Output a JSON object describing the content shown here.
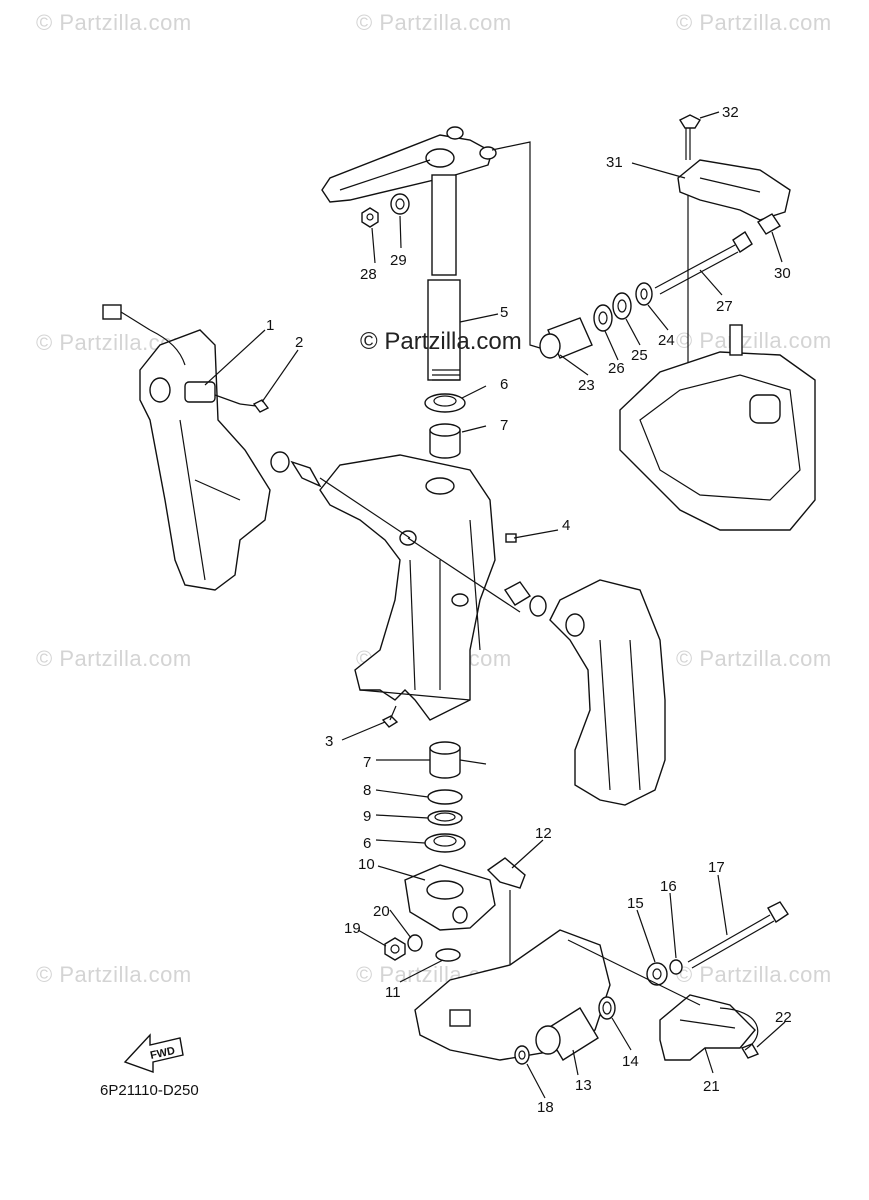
{
  "watermark": "© Partzilla.com",
  "center_watermark": "© Partzilla.com",
  "diagram_code": "6P21110-D250",
  "fwd_label": "FWD",
  "callouts": [
    {
      "id": "1",
      "label": "1"
    },
    {
      "id": "2",
      "label": "2"
    },
    {
      "id": "3",
      "label": "3"
    },
    {
      "id": "4",
      "label": "4"
    },
    {
      "id": "5",
      "label": "5"
    },
    {
      "id": "6a",
      "label": "6"
    },
    {
      "id": "6b",
      "label": "6"
    },
    {
      "id": "7a",
      "label": "7"
    },
    {
      "id": "7b",
      "label": "7"
    },
    {
      "id": "8",
      "label": "8"
    },
    {
      "id": "9",
      "label": "9"
    },
    {
      "id": "10",
      "label": "10"
    },
    {
      "id": "11",
      "label": "11"
    },
    {
      "id": "12",
      "label": "12"
    },
    {
      "id": "13",
      "label": "13"
    },
    {
      "id": "14",
      "label": "14"
    },
    {
      "id": "15",
      "label": "15"
    },
    {
      "id": "16",
      "label": "16"
    },
    {
      "id": "17",
      "label": "17"
    },
    {
      "id": "18",
      "label": "18"
    },
    {
      "id": "19",
      "label": "19"
    },
    {
      "id": "20",
      "label": "20"
    },
    {
      "id": "21",
      "label": "21"
    },
    {
      "id": "22",
      "label": "22"
    },
    {
      "id": "23",
      "label": "23"
    },
    {
      "id": "24",
      "label": "24"
    },
    {
      "id": "25",
      "label": "25"
    },
    {
      "id": "26",
      "label": "26"
    },
    {
      "id": "27",
      "label": "27"
    },
    {
      "id": "28",
      "label": "28"
    },
    {
      "id": "29",
      "label": "29"
    },
    {
      "id": "30",
      "label": "30"
    },
    {
      "id": "31",
      "label": "31"
    },
    {
      "id": "32",
      "label": "32"
    }
  ]
}
